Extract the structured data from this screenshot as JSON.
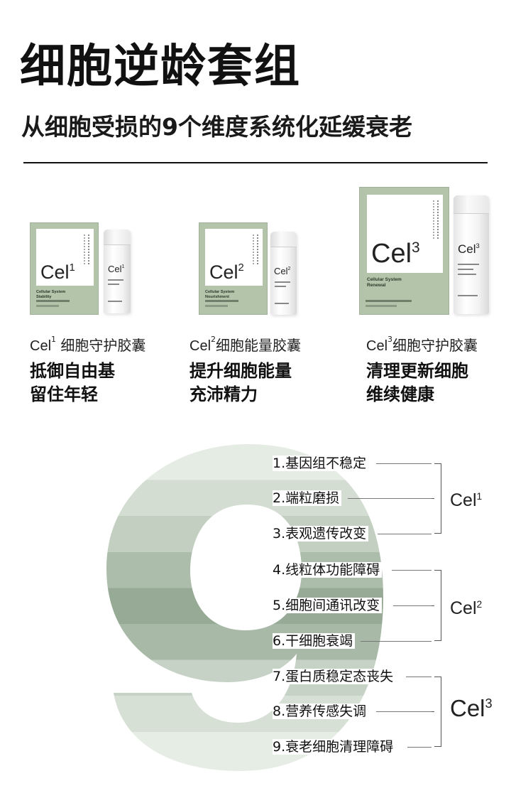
{
  "header": {
    "title": "细胞逆龄套组",
    "subtitle": "从细胞受损的9个维度系统化延缓衰老"
  },
  "products": [
    {
      "brand_base": "Cel",
      "brand_sup": "1",
      "box_text": "Cellular System Stability",
      "name_sup": "1",
      "name_rest": " 细胞守护胶囊",
      "desc_line1": "抵御自由基",
      "desc_line2": "留住年轻"
    },
    {
      "brand_base": "Cel",
      "brand_sup": "2",
      "box_text": "Cellular System Nourishment",
      "name_sup": "2",
      "name_rest": "细胞能量胶囊",
      "desc_line1": "提升细胞能量",
      "desc_line2": "充沛精力"
    },
    {
      "brand_base": "Cel",
      "brand_sup": "3",
      "box_text": "Cellular System Renewal",
      "name_sup": "3",
      "name_rest": "细胞守护胶囊",
      "desc_line1": "清理更新细胞",
      "desc_line2": "维续健康"
    }
  ],
  "nine": {
    "digit": "9",
    "items": [
      "1.基因组不稳定",
      "2.端粒磨损",
      "3.表观遗传改变",
      "4.线粒体功能障碍",
      "5.细胞间通讯改变",
      "6.干细胞衰竭",
      "7.蛋白质稳定态丧失",
      "8.营养传感失调",
      "9.衰老细胞清理障碍"
    ],
    "groups": [
      {
        "base": "Cel",
        "sup": "1"
      },
      {
        "base": "Cel",
        "sup": "2"
      },
      {
        "base": "Cel",
        "sup": "3"
      }
    ]
  },
  "colors": {
    "box_green": "#b3c4ab",
    "nine_light": "#dde6dc",
    "nine_dark": "#92a592"
  }
}
